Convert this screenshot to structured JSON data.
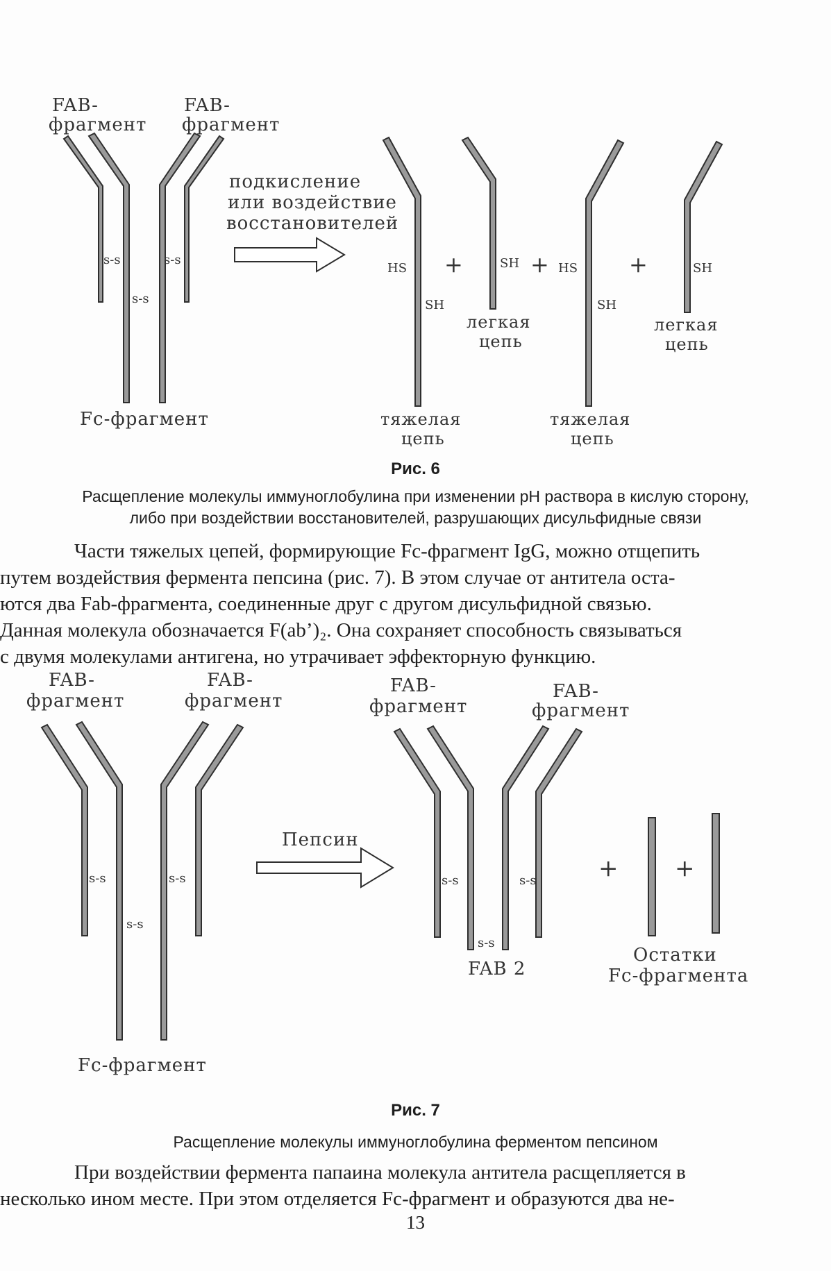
{
  "fig6": {
    "fab_left": [
      "FAB-",
      "фрагмент"
    ],
    "fab_right": [
      "FAB-",
      "фрагмент"
    ],
    "ss": "s-s",
    "arrow_label": [
      "подкисление",
      "или воздействие",
      "восстановителей"
    ],
    "fc_label": "Fc-фрагмент",
    "hs": "HS",
    "sh": "SH",
    "plus": "+",
    "light_chain": [
      "легкая",
      "цепь"
    ],
    "heavy_chain": [
      "тяжелая",
      "цепь"
    ],
    "caption_num": "Рис. 6",
    "caption_lines": [
      "Расщепление молекулы иммуноглобулина при изменении pH раствора в кислую сторону,",
      "либо при воздействии восстановителей, разрушающих дисульфидные связи"
    ]
  },
  "para1": [
    "Части тяжелых цепей, формирующие Fc-фрагмент IgG, можно отщепить",
    "путем воздействия фермента пепсина (рис. 7). В этом случае от антитела оста-",
    "ются два Fab-фрагмента, соединенные друг с другом дисульфидной связью.",
    "Данная молекула обозначается F(ab’)₂. Она сохраняет способность связываться",
    "с двумя молекулами антигена, но утрачивает эффекторную функцию."
  ],
  "fig7": {
    "fab_left": [
      "FAB-",
      "фрагмент"
    ],
    "fab_right": [
      "FAB-",
      "фрагмент"
    ],
    "ss": "s-s",
    "arrow_label": "Пепсин",
    "fc_label": "Fc-фрагмент",
    "fab2": "FAB 2",
    "plus": "+",
    "remnants": [
      "Остатки",
      "Fc-фрагмента"
    ],
    "caption_num": "Рис. 7",
    "caption_text": "Расщепление молекулы иммуноглобулина ферментом пепсином"
  },
  "para2": [
    "При воздействии фермента папаина молекула антитела расщепляется в",
    "несколько ином месте. При этом отделяется Fc-фрагмент и образуются два не-"
  ],
  "page_number": "13"
}
